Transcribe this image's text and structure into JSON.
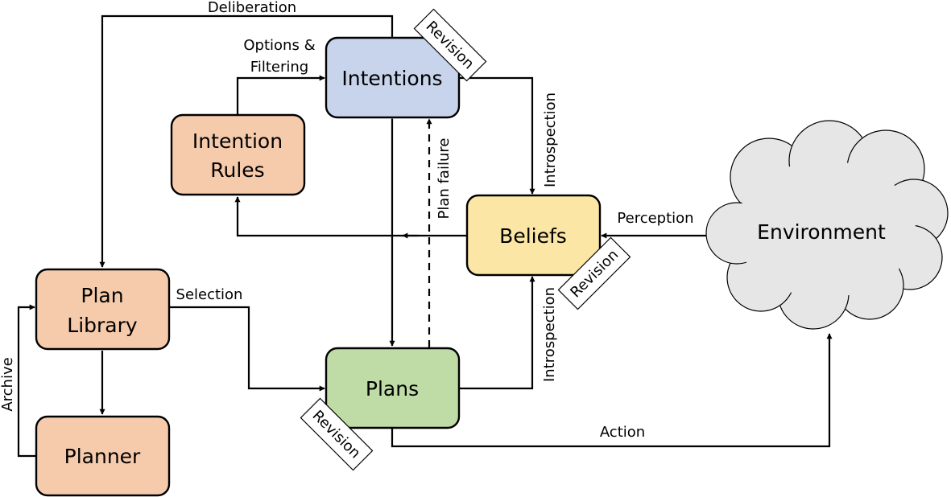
{
  "colors": {
    "intentions": "#c7d4ec",
    "beliefs": "#fbe6a6",
    "plans": "#bfdba6",
    "orange": "#f6cbac",
    "environment": "#e6e6e6",
    "stroke": "#000000"
  },
  "nodes": {
    "intentions": "Intentions",
    "intention_rules": [
      "Intention",
      "Rules"
    ],
    "beliefs": "Beliefs",
    "plan_library": [
      "Plan",
      "Library"
    ],
    "plans": "Plans",
    "planner": "Planner",
    "environment": "Environment"
  },
  "edges": {
    "deliberation": "Deliberation",
    "options_filtering": [
      "Options &",
      "Filtering"
    ],
    "introspection_top": "Introspection",
    "plan_failure": "Plan failure",
    "perception": "Perception",
    "selection": "Selection",
    "introspection_bottom": "Introspection",
    "archive": "Archive",
    "action": "Action"
  },
  "tags": {
    "intentions_revision": "Revision",
    "beliefs_revision": "Revision",
    "plans_revision": "Revision"
  }
}
